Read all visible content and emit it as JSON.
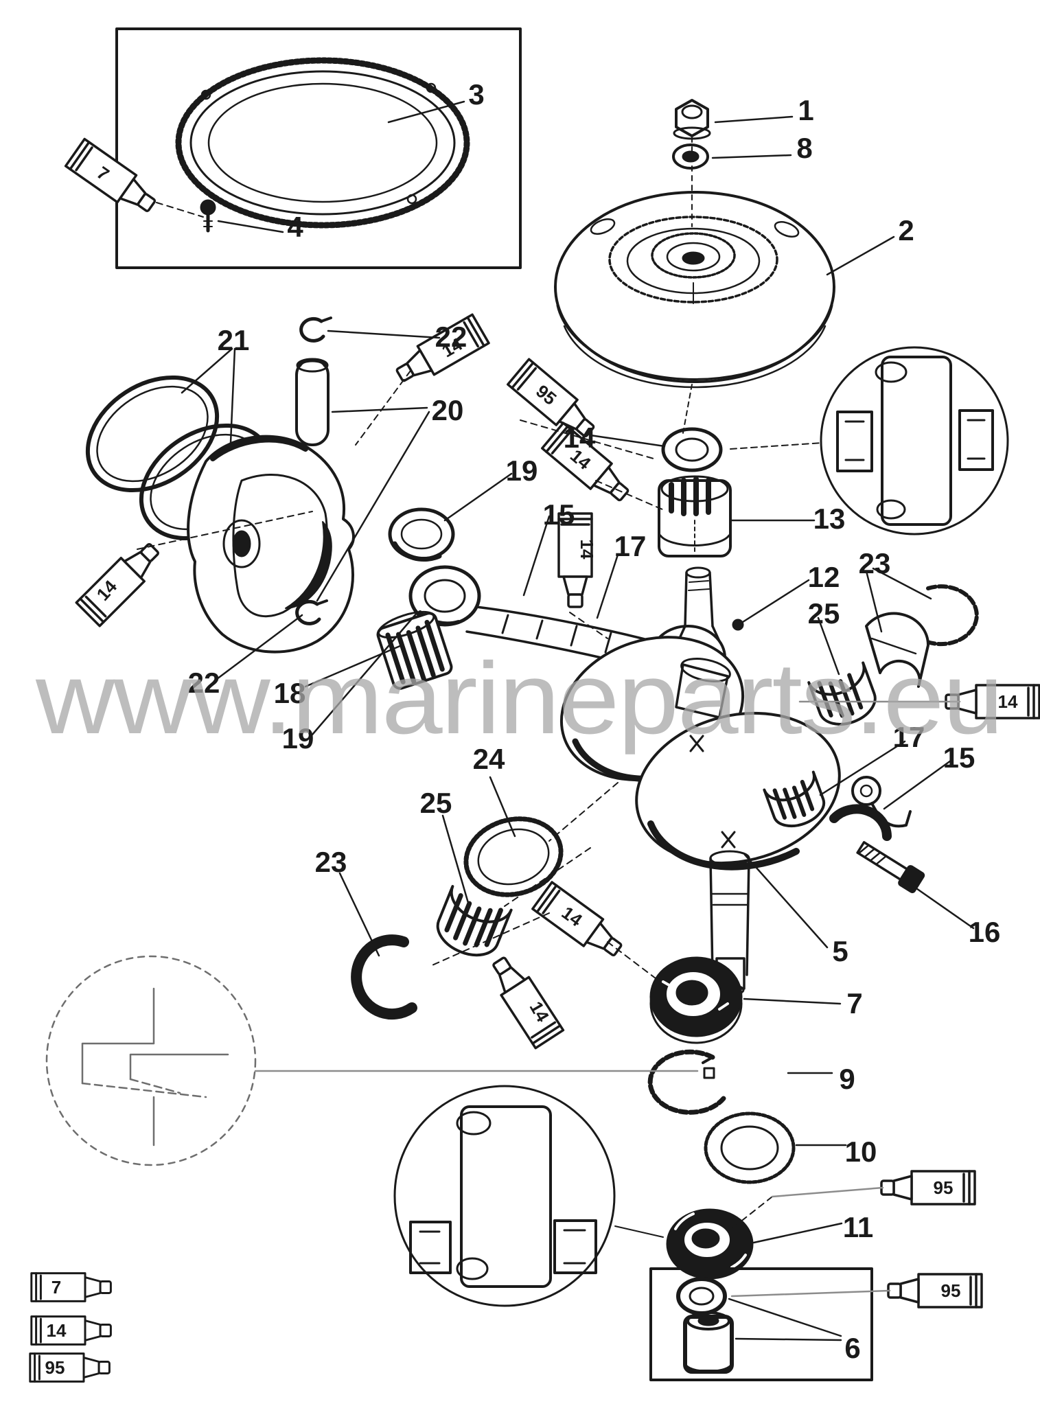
{
  "watermark": "www.marineparts.eu",
  "parts": {
    "p1": "1",
    "p2": "2",
    "p3": "3",
    "p4": "4",
    "p5": "5",
    "p6": "6",
    "p7": "7",
    "p8": "8",
    "p9": "9",
    "p10": "10",
    "p11": "11",
    "p12": "12",
    "p13": "13",
    "p14": "14",
    "p15": "15",
    "p16": "16",
    "p17": "17",
    "p18": "18",
    "p19": "19",
    "p20": "20",
    "p21": "21",
    "p22": "22",
    "p23": "23",
    "p24": "24",
    "p25": "25"
  },
  "tubes": {
    "sealer": "7",
    "lube": "14",
    "grease": "95"
  },
  "colors": {
    "ink": "#1a1a1a",
    "watermark": "#a8a8a8",
    "leader_gray": "#8c8c8c"
  }
}
